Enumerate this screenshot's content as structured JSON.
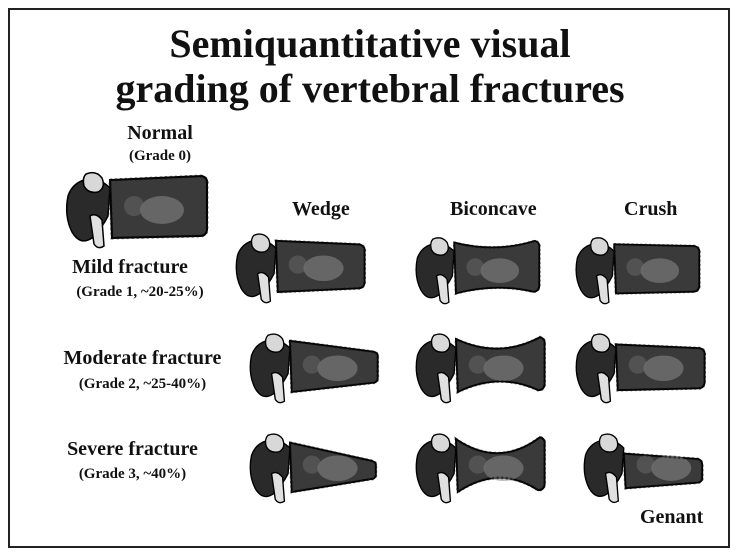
{
  "title": {
    "line1": "Semiquantitative visual",
    "line2": "grading of vertebral fractures"
  },
  "columns": [
    "Wedge",
    "Biconcave",
    "Crush"
  ],
  "normal": {
    "label": "Normal",
    "grade": "(Grade 0)"
  },
  "rows": [
    {
      "label": "Mild fracture",
      "grade": "(Grade 1, ~20-25%)"
    },
    {
      "label": "Moderate fracture",
      "grade": "(Grade 2, ~25-40%)"
    },
    {
      "label": "Severe fracture",
      "grade": "(Grade 3, ~40%)"
    }
  ],
  "credit": "Genant"
}
